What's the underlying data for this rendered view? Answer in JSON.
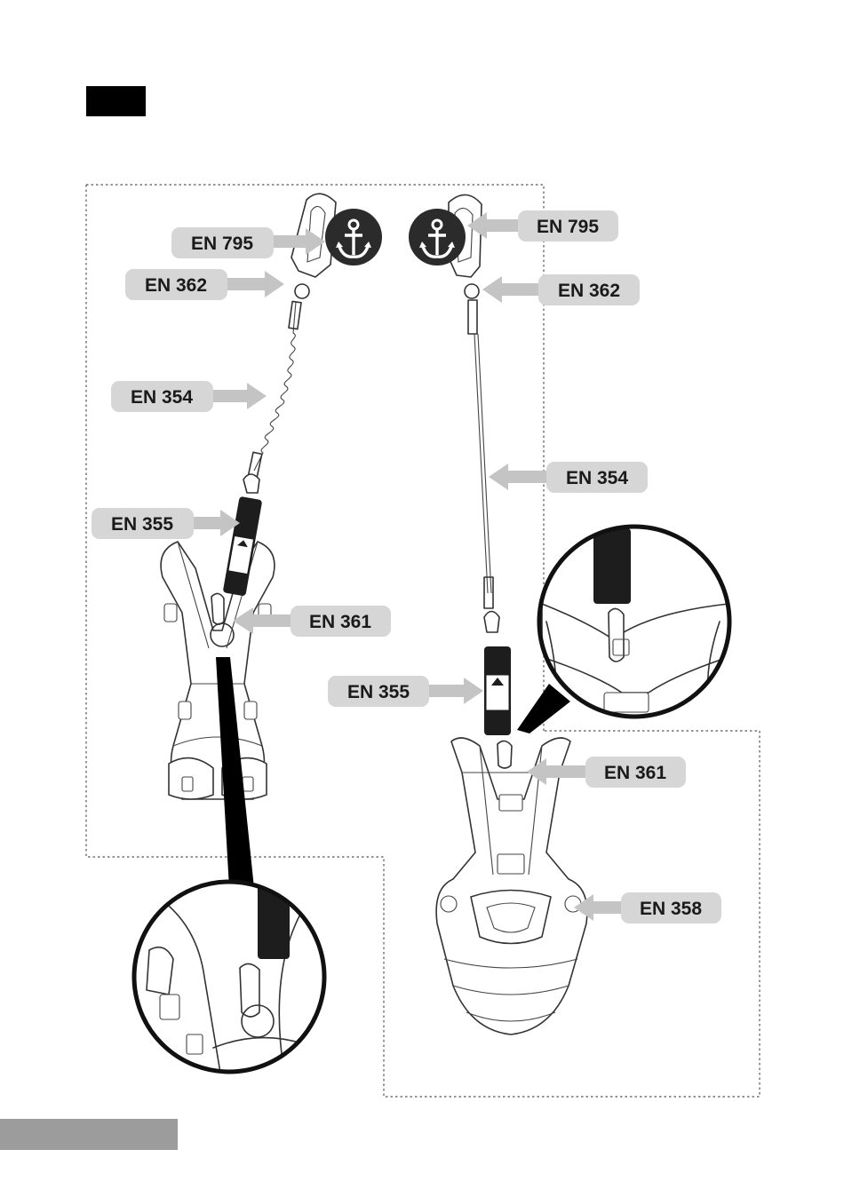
{
  "labels": {
    "left_en795": "EN 795",
    "left_en362": "EN 362",
    "left_en354": "EN 354",
    "left_en355": "EN 355",
    "left_en361": "EN 361",
    "right_en795": "EN 795",
    "right_en362": "EN 362",
    "right_en354": "EN 354",
    "right_en355": "EN 355",
    "right_en361": "EN 361",
    "right_en358": "EN 358"
  },
  "colors": {
    "label_bg": "#d6d6d6",
    "arrow": "#c4c4c4",
    "anchor_badge": "#2b2b2b",
    "header_block": "#000000",
    "footer_bar": "#9c9c9c"
  },
  "icons": [
    "anchor-icon",
    "anchor-icon"
  ]
}
